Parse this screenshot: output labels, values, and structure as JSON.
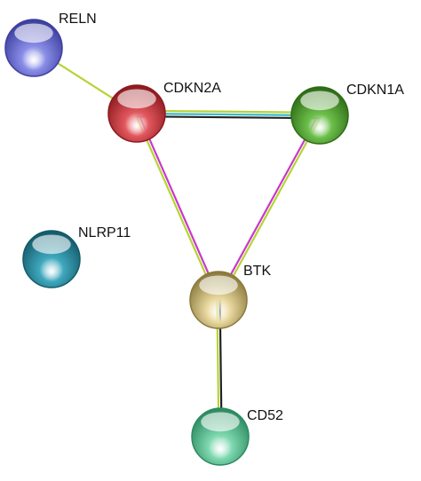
{
  "network": {
    "nodes": [
      {
        "id": "RELN",
        "label": "RELN",
        "color": "#8a8ee8",
        "dark": "#3c3f9e"
      },
      {
        "id": "CDKN2A",
        "label": "CDKN2A",
        "color": "#e2585e",
        "dark": "#8c1a1f"
      },
      {
        "id": "CDKN1A",
        "label": "CDKN1A",
        "color": "#6cc04a",
        "dark": "#2e6b16"
      },
      {
        "id": "NLRP11",
        "label": "NLRP11",
        "color": "#3fa8be",
        "dark": "#145a6a"
      },
      {
        "id": "BTK",
        "label": "BTK",
        "color": "#e9d9a0",
        "dark": "#8a7a3c"
      },
      {
        "id": "CD52",
        "label": "CD52",
        "color": "#7ed8b0",
        "dark": "#2c8a60"
      }
    ],
    "edges": [
      {
        "source": "RELN",
        "target": "CDKN2A",
        "colors": [
          "#b4d434"
        ]
      },
      {
        "source": "CDKN2A",
        "target": "CDKN1A",
        "colors": [
          "#b4d434",
          "#3cb8c8",
          "#222222"
        ]
      },
      {
        "source": "CDKN2A",
        "target": "BTK",
        "colors": [
          "#c838c8",
          "#b4d434"
        ]
      },
      {
        "source": "CDKN1A",
        "target": "BTK",
        "colors": [
          "#b4d434",
          "#c838c8"
        ]
      },
      {
        "source": "BTK",
        "target": "CD52",
        "colors": [
          "#222222",
          "#b4d434"
        ]
      }
    ]
  }
}
